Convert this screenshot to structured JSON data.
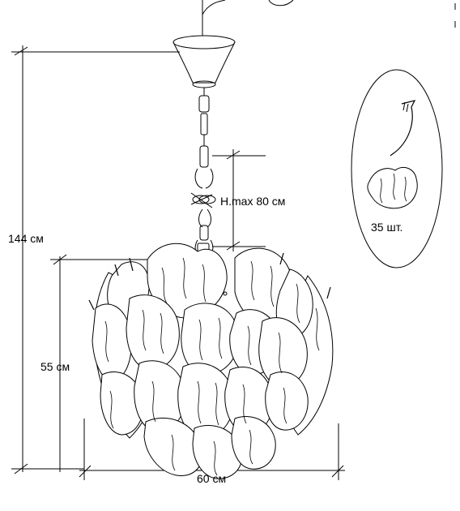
{
  "labels": {
    "total_height": "144 см",
    "max_chain_height": "H.max 80 см",
    "body_height": "55 см",
    "width": "60 см",
    "pieces_count": "35 шт."
  }
}
